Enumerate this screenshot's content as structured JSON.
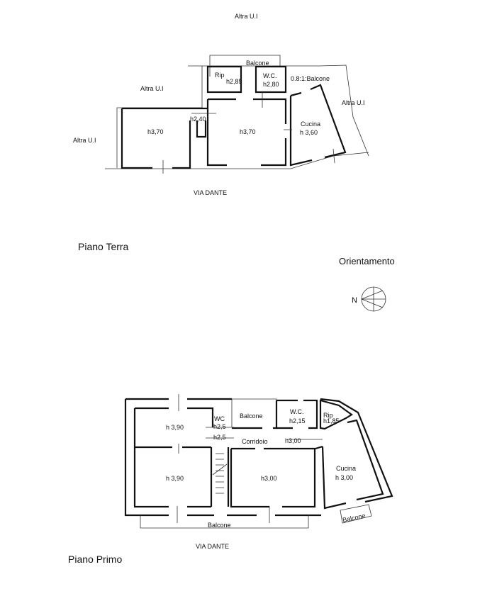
{
  "ground_floor": {
    "title": "Piano Terra",
    "street": "VIA DANTE",
    "neighbors": [
      "Altra U.I",
      "Altra U.I",
      "Altra U.I",
      "Altra U.I"
    ],
    "rooms": {
      "balcone": "Balcone",
      "rip_label": "Rip",
      "rip_height": "h2,85",
      "wc_label": "W.C.",
      "wc_height": "h2,80",
      "small_balcone": "0.8:1:Balcone",
      "niche_height": "h2,40",
      "left_room_height": "h3,70",
      "center_room_height": "h3,70",
      "cucina_label": "Cucina",
      "cucina_height": "h 3,60"
    }
  },
  "orientation": {
    "title": "Orientamento",
    "north": "N"
  },
  "first_floor": {
    "title": "Piano Primo",
    "street": "VIA DANTE",
    "rooms": {
      "top_left_height": "h 3,90",
      "bottom_left_height": "h 3,90",
      "wc_small_label": "WC",
      "wc_small_height": "h2,5",
      "stair_height": "h2,5",
      "balcone_top": "Balcone",
      "wc_label": "W.C.",
      "wc_height": "h2,15",
      "rip_label": "Rip",
      "rip_height": "h1,85",
      "corridoio": "Corridoio",
      "corridoio_height": "h3,00",
      "center_room_height": "h3,00",
      "cucina_label": "Cucina",
      "cucina_height": "h 3,00",
      "balcone_bottom": "Balcone",
      "balcone_right": "Balcone"
    }
  }
}
